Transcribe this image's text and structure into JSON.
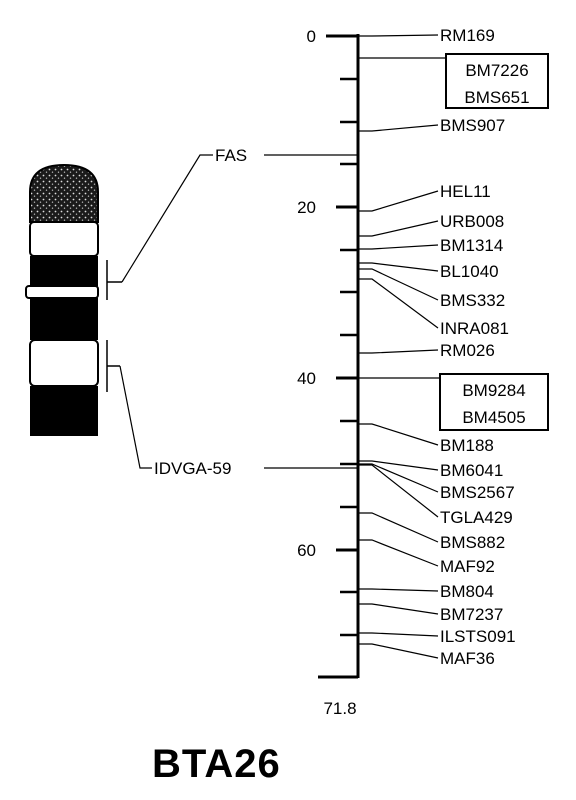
{
  "chromosome": "BTA26",
  "map_length_label": "71.8",
  "axis_ticks": [
    "0",
    "20",
    "40",
    "60"
  ],
  "left_markers": [
    "FAS",
    "IDVGA-59"
  ],
  "right_markers": [
    "RM169",
    "BMS907",
    "HEL11",
    "URB008",
    "BM1314",
    "BL1040",
    "BMS332",
    "INRA081",
    "RM026",
    "BM188",
    "BM6041",
    "BMS2567",
    "TGLA429",
    "BMS882",
    "MAF92",
    "BM804",
    "BM7237",
    "ILSTS091",
    "MAF36"
  ],
  "boxed_groups": [
    [
      "BM7226",
      "BMS651"
    ],
    [
      "BM9284",
      "BM4505"
    ]
  ]
}
